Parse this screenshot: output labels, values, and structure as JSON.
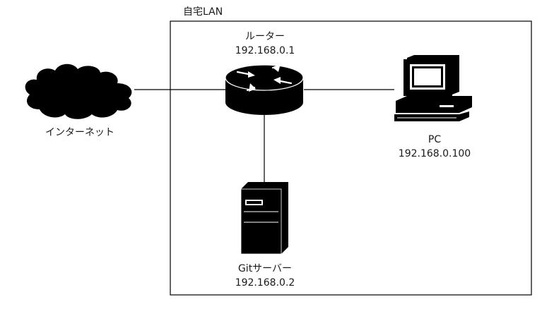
{
  "lan": {
    "label": "自宅LAN"
  },
  "internet": {
    "label": "インターネット"
  },
  "router": {
    "name": "ルーター",
    "ip": "192.168.0.1"
  },
  "pc": {
    "name": "PC",
    "ip": "192.168.0.100"
  },
  "server": {
    "name": "Gitサーバー",
    "ip": "192.168.0.2"
  },
  "colors": {
    "stroke": "#000000",
    "icon_fill": "#000000",
    "background": "#ffffff"
  },
  "icons": {
    "internet": "cloud-icon",
    "router": "router-icon",
    "pc": "desktop-computer-icon",
    "server": "server-tower-icon"
  }
}
